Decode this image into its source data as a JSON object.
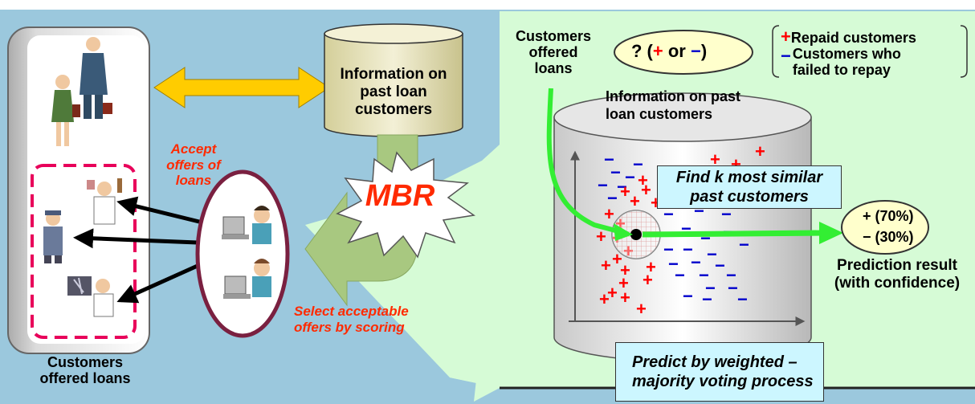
{
  "left": {
    "customers_label": "Customers\noffered loans",
    "accept_label": "Accept\noffers of\nloans",
    "select_label": "Select acceptable\noffers by scoring"
  },
  "center": {
    "info_cylinder_label": "Information on\npast loan\ncustomers",
    "mbr_label": "MBR"
  },
  "right": {
    "customers_offered_label": "Customers\noffered\nloans",
    "query_text": "? (",
    "query_plus": "+",
    "query_or": " or ",
    "query_minus": "−",
    "query_close": ")",
    "legend": {
      "plus_symbol": "+",
      "plus_label": "Repaid customers",
      "minus_symbol": "−",
      "minus_label": "Customers who\nfailed to repay"
    },
    "db_label": "Information on past\nloan customers",
    "find_label": "Find k most similar\npast customers",
    "result_plus": "+ (70%)",
    "result_minus": "− (30%)",
    "prediction_label": "Prediction result\n(with confidence)",
    "predict_label": "Predict by weighted –\nmajority voting process"
  },
  "colors": {
    "bg_blue": "#9bc8dd",
    "panel_green": "#d6fbd6",
    "cylinder_tan": "#e8e4c0",
    "arrow_yellow": "#ffcc00",
    "arrow_green": "#33ee33",
    "plus_red": "#ff0000",
    "minus_blue": "#0000cc",
    "dashed_pink": "#e8005a",
    "oval_purple": "#7a2040"
  }
}
